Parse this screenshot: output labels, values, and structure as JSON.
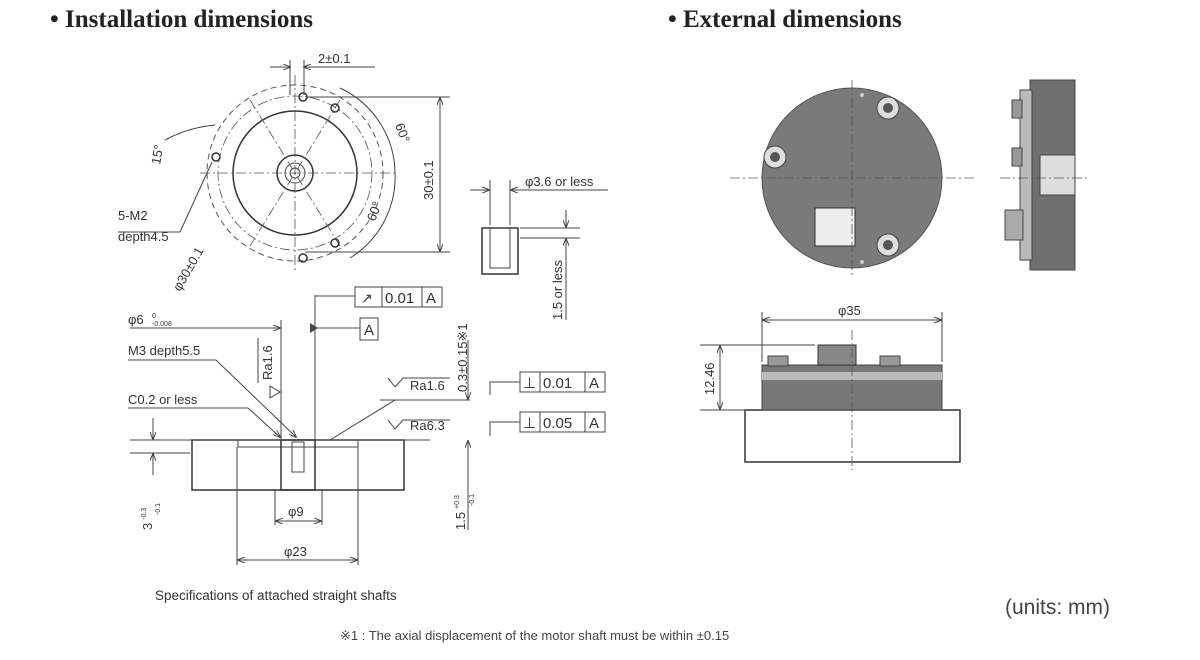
{
  "titles": {
    "installation": "• Installation dimensions",
    "external": "• External dimensions"
  },
  "installation_top": {
    "pitch": "2±0.1",
    "angle_a": "60°",
    "angle_b": "60°",
    "angle_c": "15°",
    "holes_1": "5-M2",
    "holes_2": "depth4.5",
    "pcd": "φ30±0.1",
    "height": "30±0.1"
  },
  "hole_detail": {
    "diameter": "φ3.6 or less",
    "depth": "1.5 or less"
  },
  "section": {
    "runout": {
      "symbol": "↗",
      "value": "0.01",
      "datum": "A"
    },
    "datum_label": "A",
    "shaft_dia": "φ6",
    "shaft_tol_upper": "0",
    "shaft_tol_lower": "-0.008",
    "tap": "M3 depth5.5",
    "chamfer": "C0.2 or less",
    "ra_shaft": "Ra1.6",
    "ra_face": "Ra1.6",
    "ra_base": "Ra6.3",
    "perp1": {
      "symbol": "⊥",
      "value": "0.01",
      "datum": "A"
    },
    "perp2": {
      "symbol": "⊥",
      "value": "0.05",
      "datum": "A"
    },
    "gap": "0.3±0.15※1",
    "depth_left": "3",
    "depth_left_tol_upper": "-0.3",
    "depth_left_tol_lower": "-0.1",
    "depth_right": "1.5",
    "depth_right_tol_upper": "+0.3",
    "depth_right_tol_lower": "-0.1",
    "inner_dia": "φ9",
    "outer_dia": "φ23",
    "caption": "Specifications of attached straight shafts"
  },
  "external": {
    "diameter": "φ35",
    "height": "12.46"
  },
  "units": "(units: mm)",
  "footnote": "※1 : The axial displacement of the motor shaft must be within ±0.15"
}
